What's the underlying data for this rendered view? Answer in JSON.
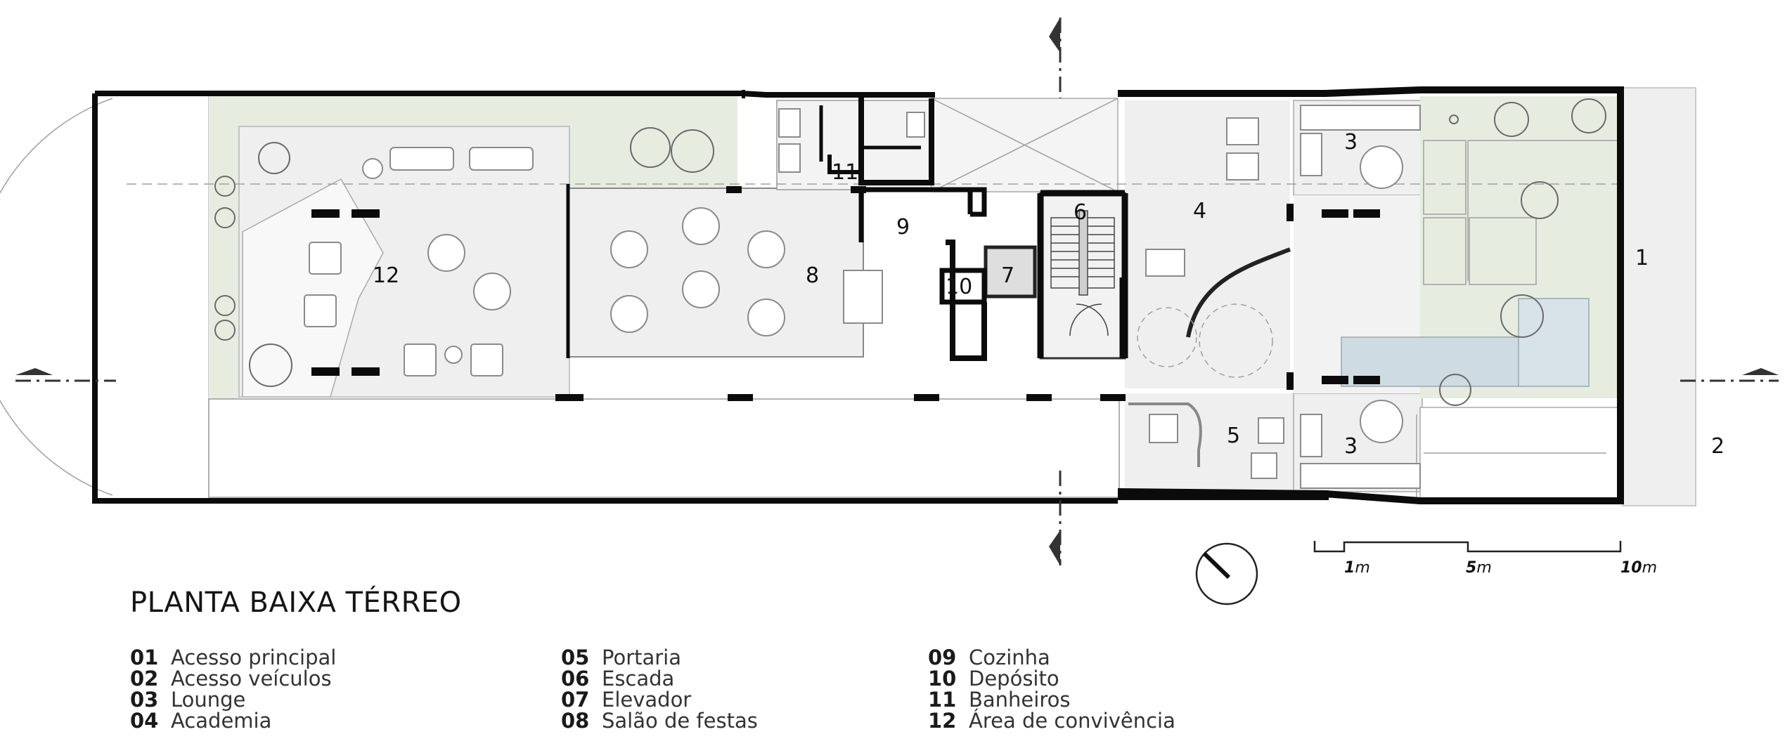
{
  "title": "PLANTA BAIXA TÉRREO",
  "rooms": [
    {
      "label": "1"
    },
    {
      "label": "2"
    },
    {
      "label": "3"
    },
    {
      "label": "3"
    },
    {
      "label": "4"
    },
    {
      "label": "5"
    },
    {
      "label": "6"
    },
    {
      "label": "7"
    },
    {
      "label": "8"
    },
    {
      "label": "9"
    },
    {
      "label": "10"
    },
    {
      "label": "11"
    },
    {
      "label": "12"
    }
  ],
  "scale": {
    "marks": [
      {
        "value": "1",
        "unit": "m"
      },
      {
        "value": "5",
        "unit": "m"
      },
      {
        "value": "10",
        "unit": "m"
      }
    ]
  },
  "legend": [
    [
      {
        "num": "01",
        "label": "Acesso principal"
      },
      {
        "num": "02",
        "label": "Acesso veículos"
      },
      {
        "num": "03",
        "label": "Lounge"
      },
      {
        "num": "04",
        "label": "Academia"
      }
    ],
    [
      {
        "num": "05",
        "label": "Portaria"
      },
      {
        "num": "06",
        "label": "Escada"
      },
      {
        "num": "07",
        "label": "Elevador"
      },
      {
        "num": "08",
        "label": "Salão de festas"
      }
    ],
    [
      {
        "num": "09",
        "label": "Cozinha"
      },
      {
        "num": "10",
        "label": "Depósito"
      },
      {
        "num": "11",
        "label": "Banheiros"
      },
      {
        "num": "12",
        "label": "Área de convivência"
      }
    ]
  ],
  "colors": {
    "wall": "#0b0b0b",
    "floor": "#efefef",
    "garden": "#e6ece0",
    "pool": "#cfdbe3",
    "line": "#9a9a9a"
  }
}
